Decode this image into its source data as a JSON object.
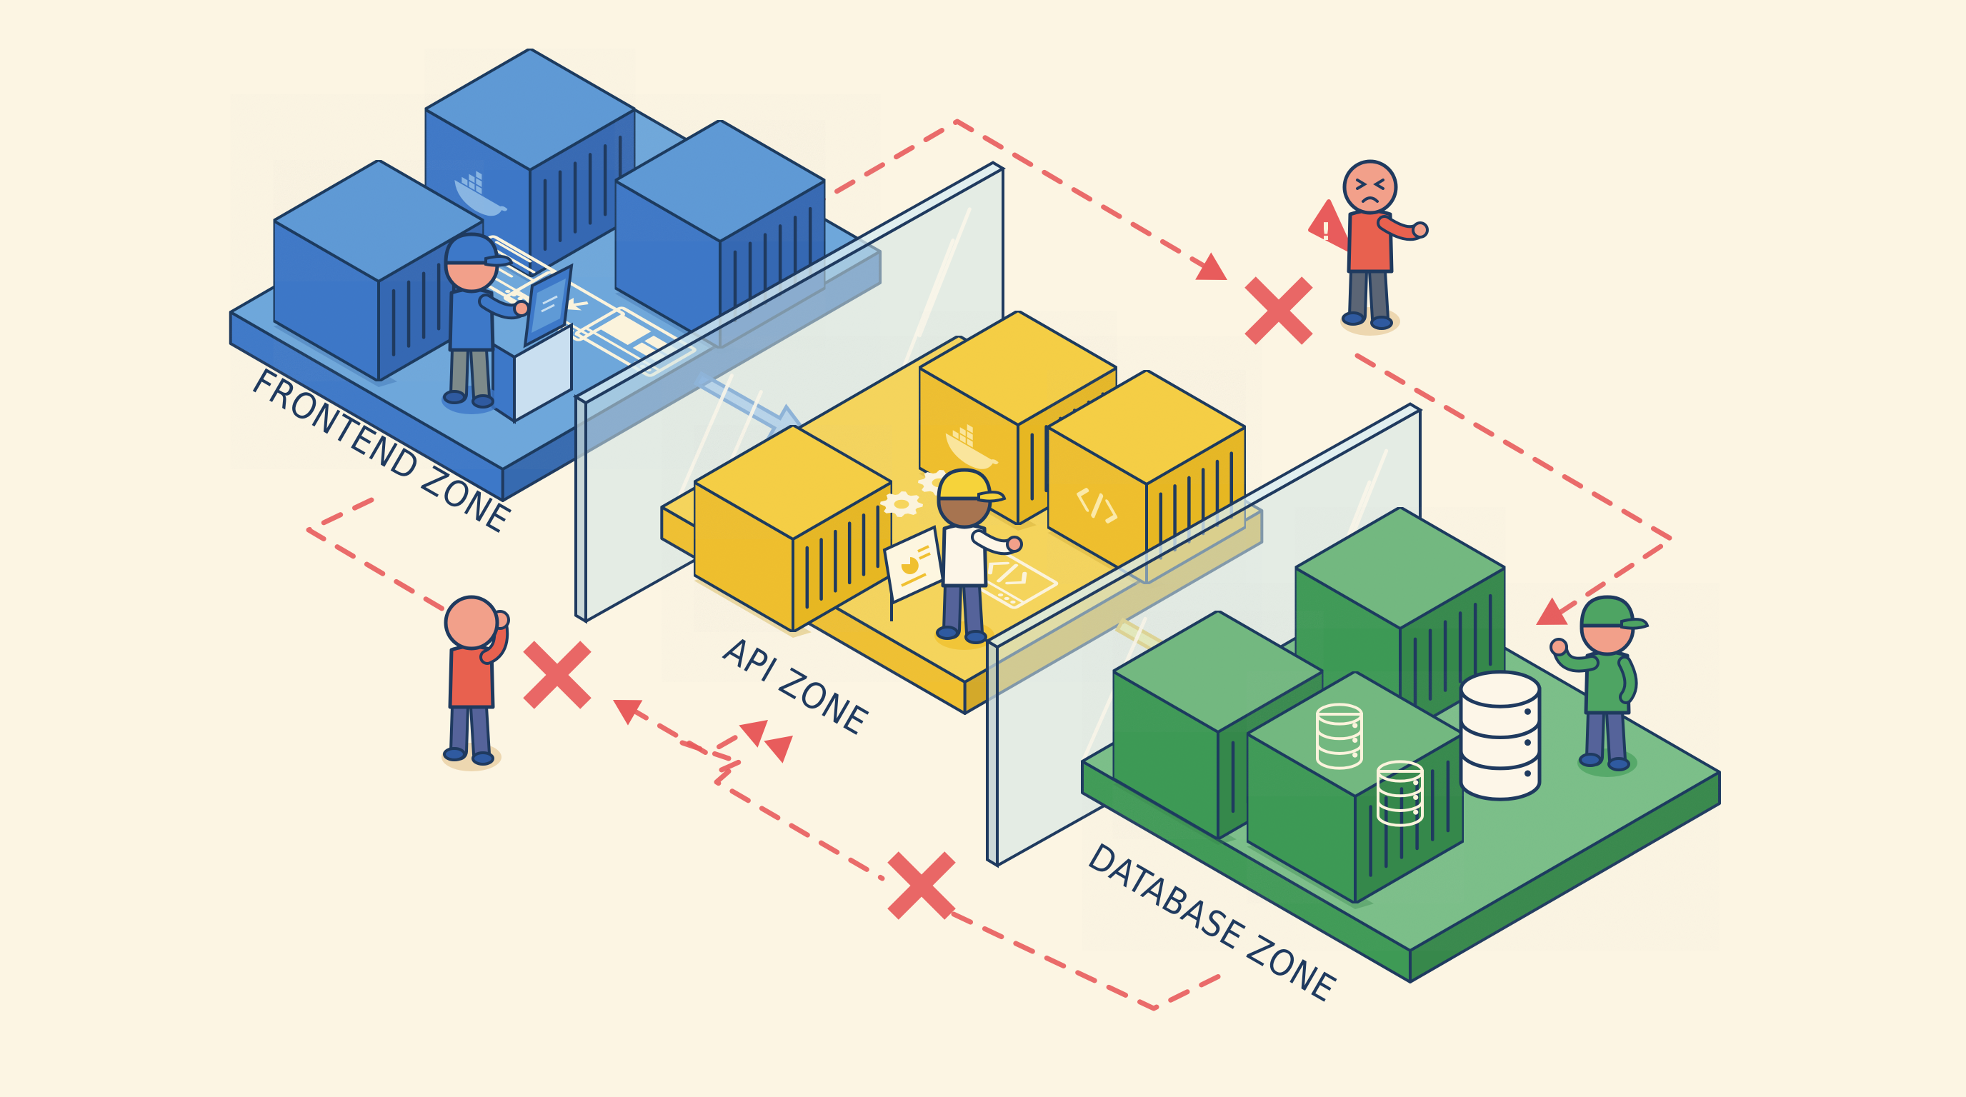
{
  "title": "Network segmentation zones with firewalls",
  "colors": {
    "background": "#fcf5e3",
    "outline": "#1f3a5f",
    "blocked": "#e85c5c",
    "frontend_top": "#6fa8dc",
    "frontend_side": "#3d78c8",
    "api_top": "#f6d55c",
    "api_side": "#f0c030",
    "database_top": "#7cc08a",
    "database_side": "#3e9a55",
    "glass": "#cfe3e6",
    "icon_light": "#fbf3dc"
  },
  "zones": [
    {
      "id": "frontend",
      "label": "FRONTEND ZONE",
      "containers": 3,
      "icons": [
        "docker-icon",
        "browser-window-icon",
        "cursor-window-icon",
        "layout-window-icon"
      ],
      "worker": "frontend-developer-at-terminal"
    },
    {
      "id": "api",
      "label": "API ZONE",
      "containers": 3,
      "icons": [
        "docker-icon",
        "gear-icon",
        "gear-icon",
        "code-icon",
        "code-window-icon"
      ],
      "worker": "engineer-with-hardhat-reviewing-chart"
    },
    {
      "id": "database",
      "label": "DATABASE ZONE",
      "containers": 3,
      "icons": [
        "database-icon",
        "database-icon",
        "database-server-icon"
      ],
      "worker": "dba-at-database"
    }
  ],
  "allowed_flows": [
    {
      "from": "frontend",
      "to": "api",
      "color": "#3d78c8"
    },
    {
      "from": "api",
      "to": "database",
      "color": "#f0c030"
    }
  ],
  "blocked_flows": [
    {
      "from": "frontend",
      "to": "database",
      "route": "top",
      "marker": "x"
    },
    {
      "from": "database",
      "to": "frontend",
      "route": "bottom",
      "marker": "x"
    },
    {
      "from": "api",
      "to": "outside",
      "route": "left",
      "marker": "x"
    }
  ],
  "actors": [
    {
      "id": "angry-user",
      "mood": "angry",
      "alert": "!"
    },
    {
      "id": "blocked-user",
      "mood": "frustrated"
    }
  ]
}
